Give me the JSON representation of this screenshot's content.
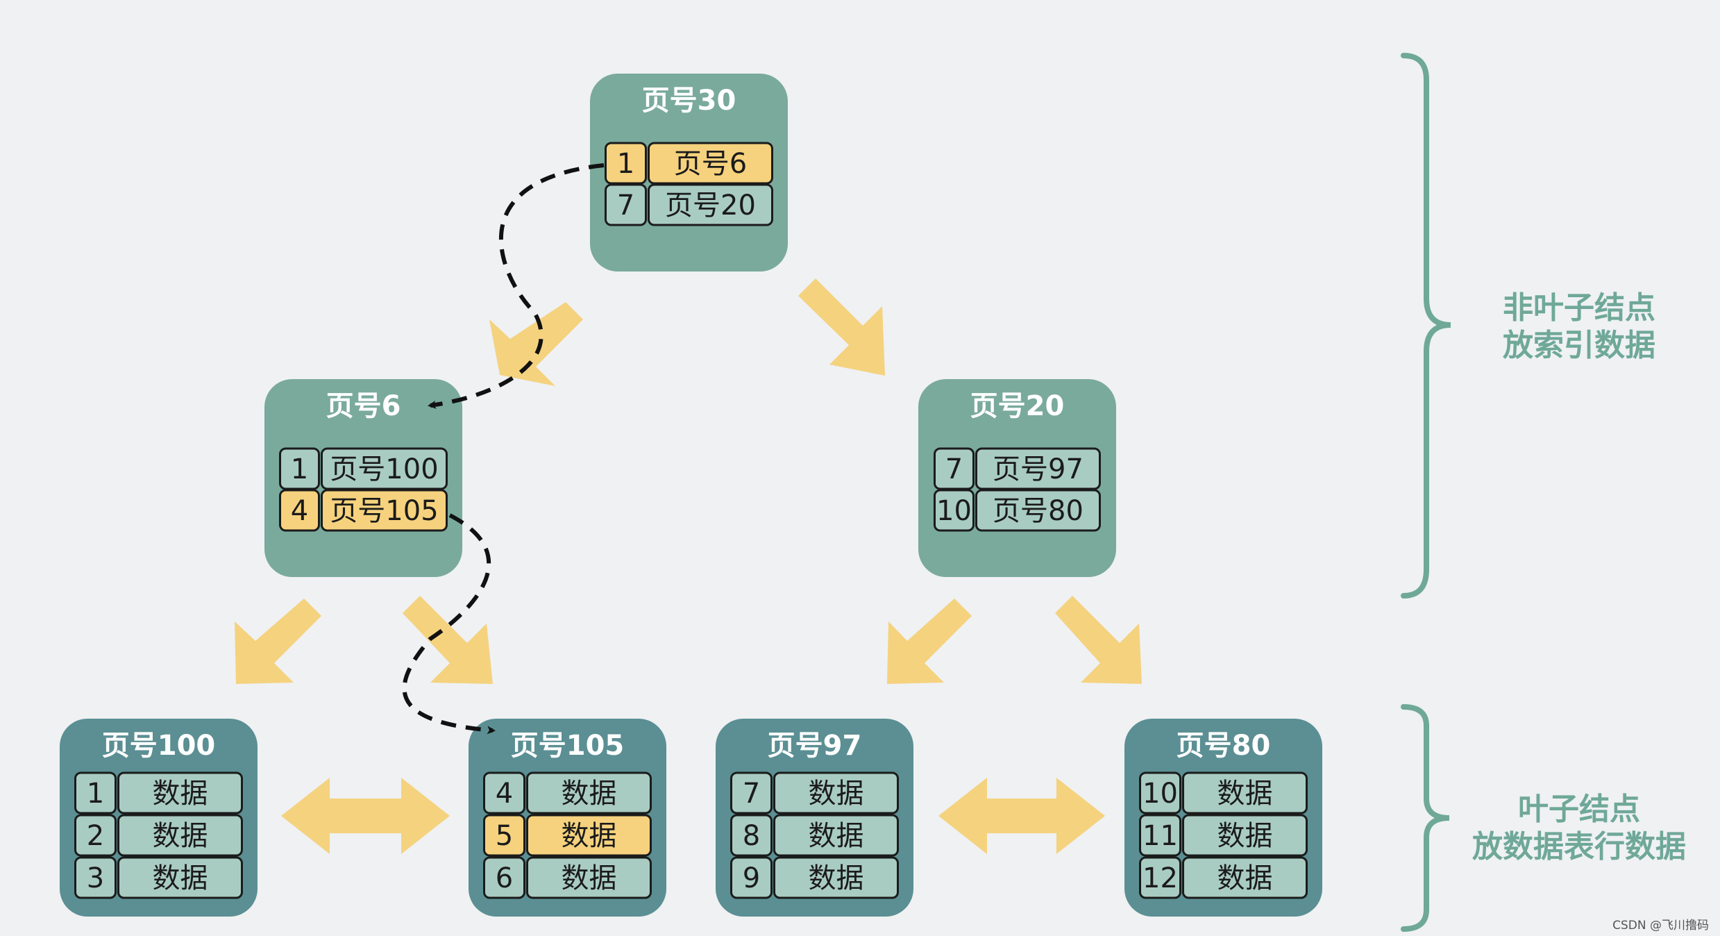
{
  "internal_nodes": [
    {
      "id": "n30",
      "title": "页号30",
      "rows": [
        {
          "key": "1",
          "value": "页号6",
          "highlight": true
        },
        {
          "key": "7",
          "value": "页号20",
          "highlight": false
        }
      ]
    },
    {
      "id": "n6",
      "title": "页号6",
      "rows": [
        {
          "key": "1",
          "value": "页号100",
          "highlight": false
        },
        {
          "key": "4",
          "value": "页号105",
          "highlight": true
        }
      ]
    },
    {
      "id": "n20",
      "title": "页号20",
      "rows": [
        {
          "key": "7",
          "value": "页号97",
          "highlight": false
        },
        {
          "key": "10",
          "value": "页号80",
          "highlight": false
        }
      ]
    }
  ],
  "leaf_nodes": [
    {
      "id": "n100",
      "title": "页号100",
      "rows": [
        {
          "key": "1",
          "value": "数据",
          "highlight": false
        },
        {
          "key": "2",
          "value": "数据",
          "highlight": false
        },
        {
          "key": "3",
          "value": "数据",
          "highlight": false
        }
      ]
    },
    {
      "id": "n105",
      "title": "页号105",
      "rows": [
        {
          "key": "4",
          "value": "数据",
          "highlight": false
        },
        {
          "key": "5",
          "value": "数据",
          "highlight": true
        },
        {
          "key": "6",
          "value": "数据",
          "highlight": false
        }
      ]
    },
    {
      "id": "n97",
      "title": "页号97",
      "rows": [
        {
          "key": "7",
          "value": "数据",
          "highlight": false
        },
        {
          "key": "8",
          "value": "数据",
          "highlight": false
        },
        {
          "key": "9",
          "value": "数据",
          "highlight": false
        }
      ]
    },
    {
      "id": "n80",
      "title": "页号80",
      "rows": [
        {
          "key": "10",
          "value": "数据",
          "highlight": false
        },
        {
          "key": "11",
          "value": "数据",
          "highlight": false
        },
        {
          "key": "12",
          "value": "数据",
          "highlight": false
        }
      ]
    }
  ],
  "labels": {
    "non_leaf_line1": "非叶子结点",
    "non_leaf_line2": "放索引数据",
    "leaf_line1": "叶子结点",
    "leaf_line2": "放数据表行数据"
  },
  "watermark": "CSDN @飞川撸码",
  "colors": {
    "background": "#eff1f3",
    "internal_node": "#7aaa9c",
    "leaf_node": "#5b8f93",
    "cell": "#a9ccc2",
    "highlight_cell": "#f6d27e",
    "arrow": "#f5d27e",
    "bracket": "#6fa897",
    "path": "#111111"
  }
}
